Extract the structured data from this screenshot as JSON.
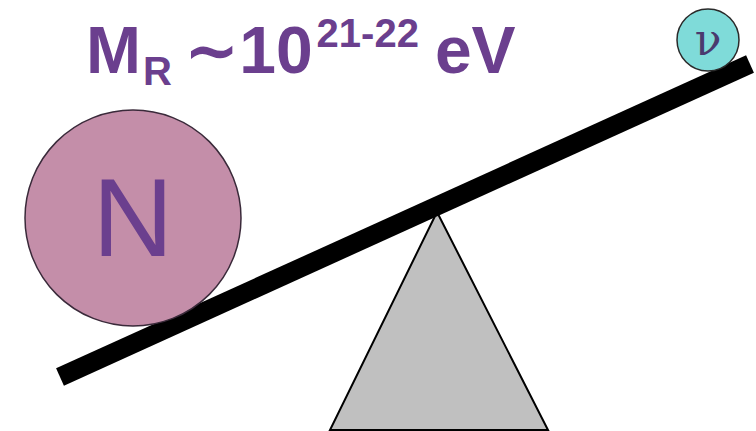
{
  "diagram": {
    "nodes": [
      {
        "text": [
          "N"
        ]
      },
      {
        "text": [
          "ν"
        ]
      }
    ],
    "labels": [
      "M",
      "R",
      "∼10",
      "21-22",
      "eV"
    ]
  }
}
